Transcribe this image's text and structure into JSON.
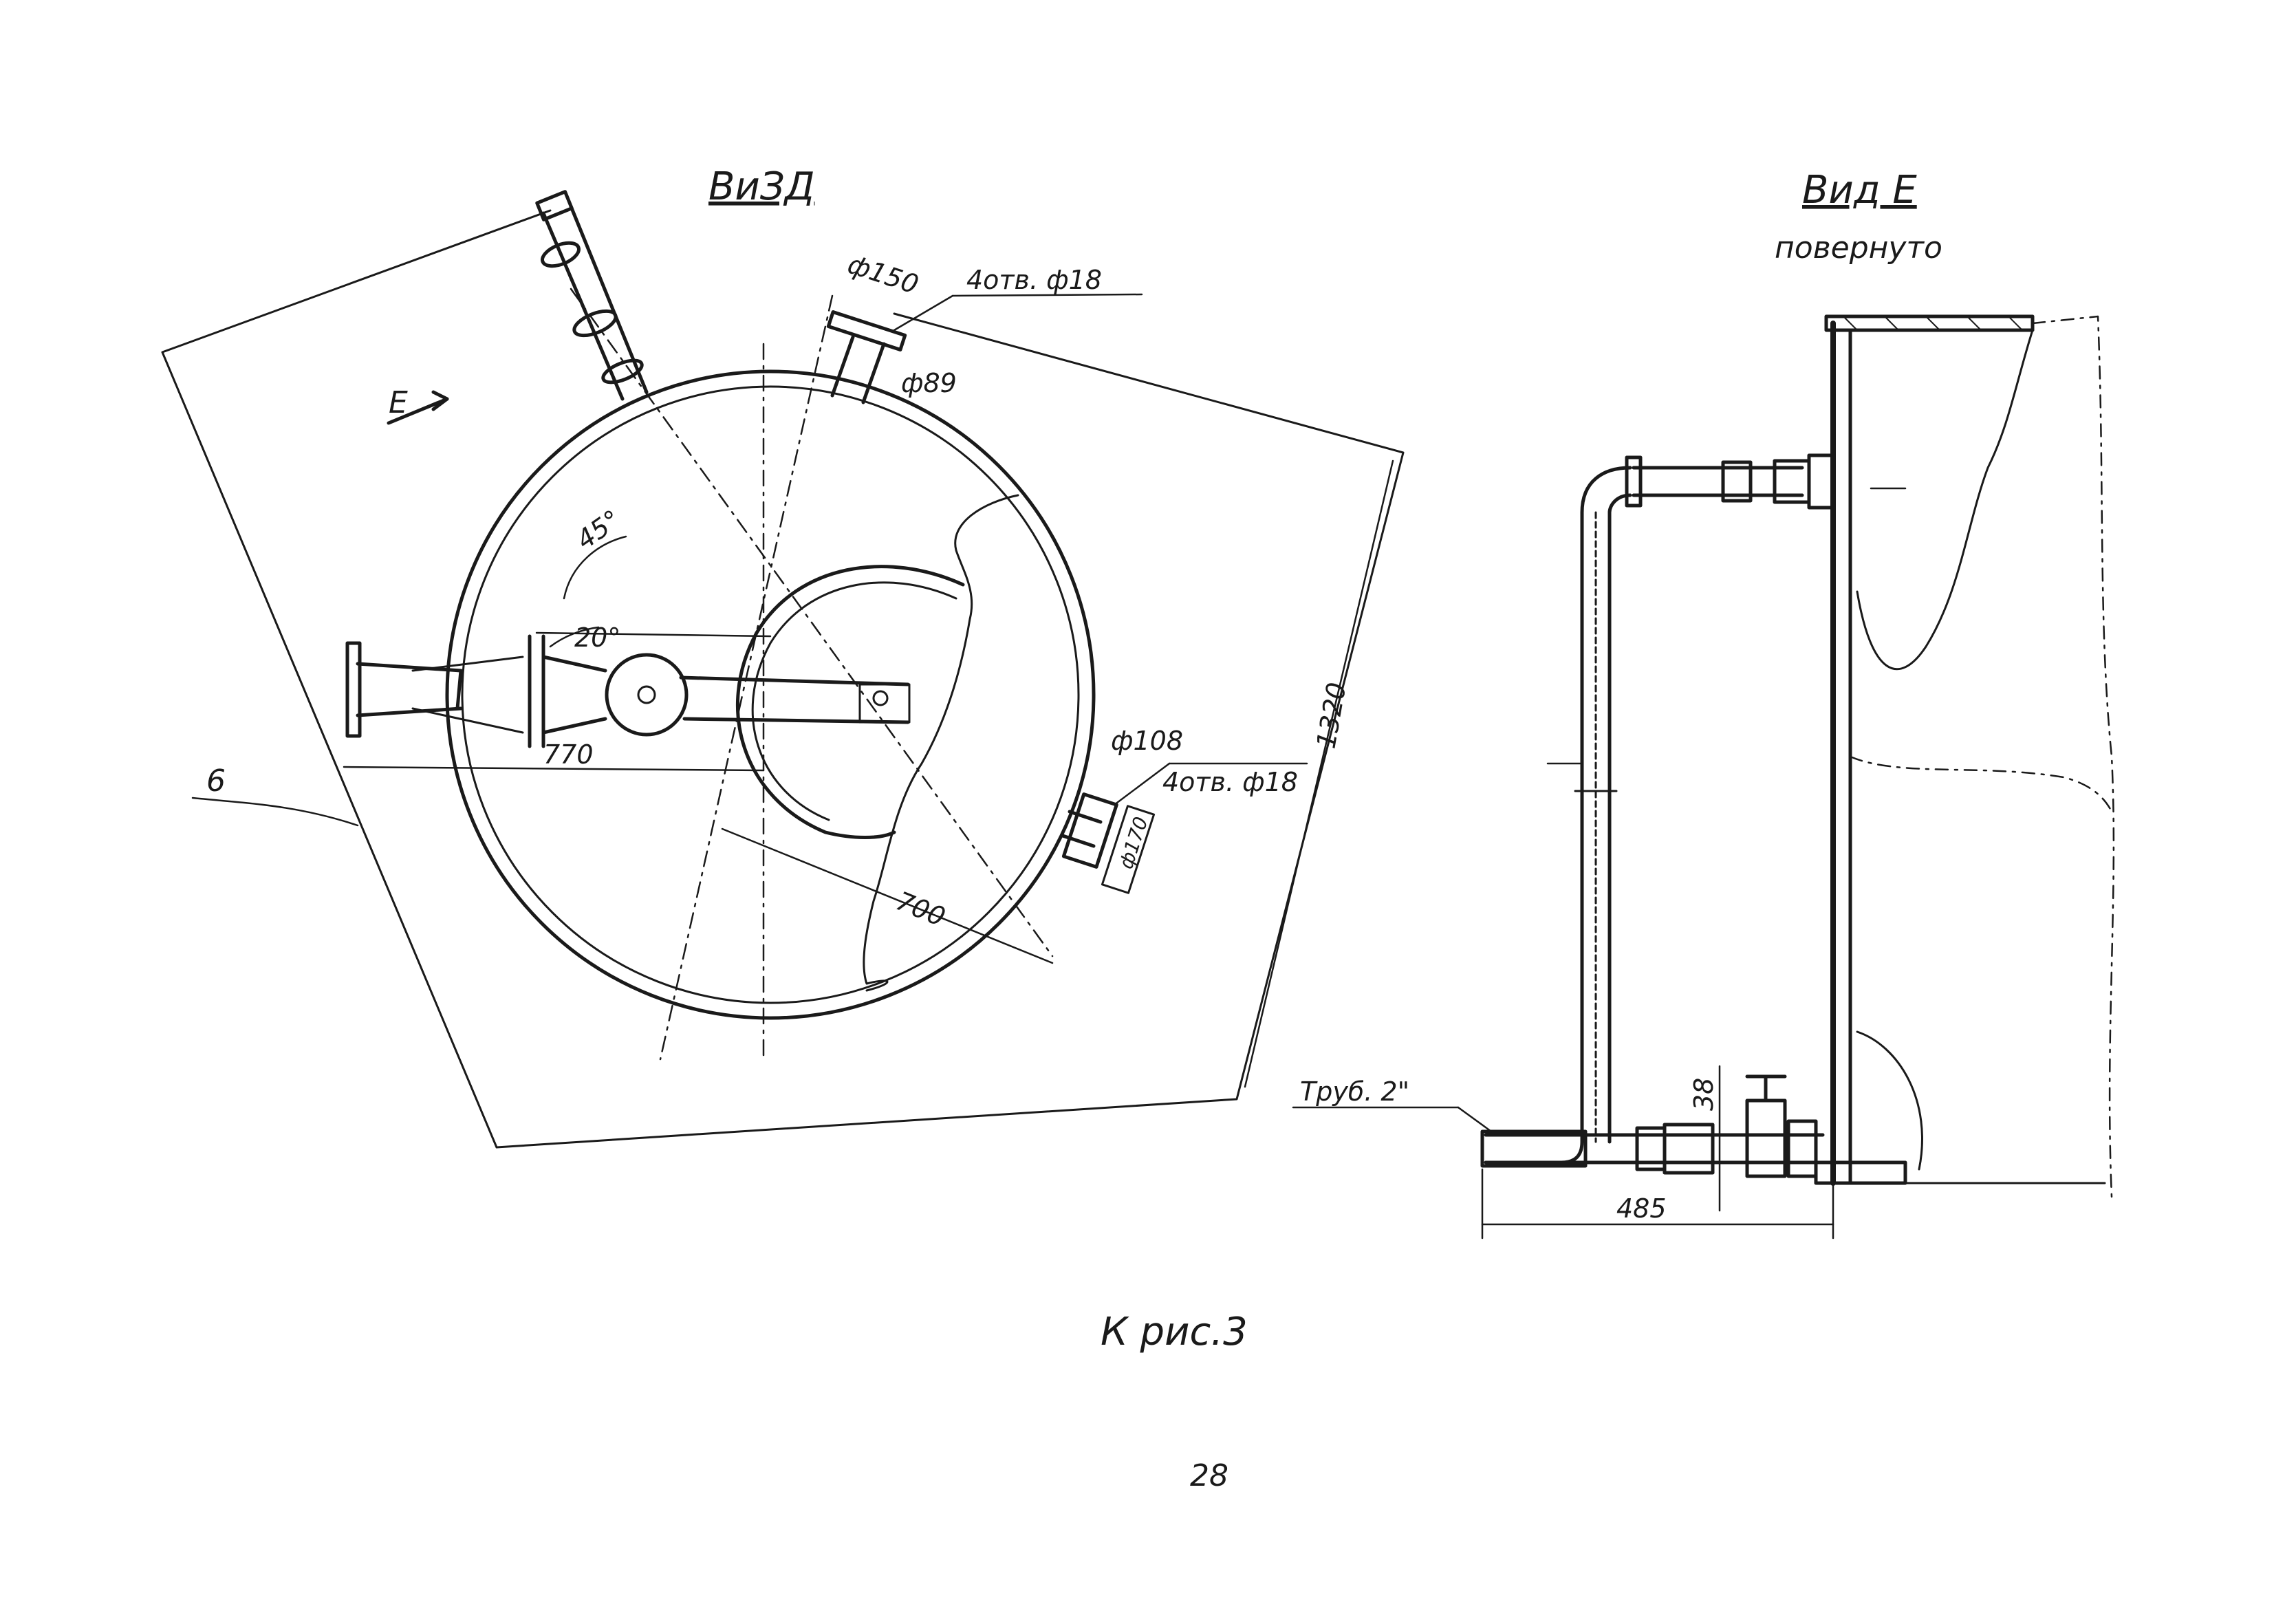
{
  "view_d": {
    "title": "ВиЗД",
    "arrow_label": "E",
    "section_mark": "6",
    "angle_45": "45°",
    "angle_20": "20°",
    "dim_770": "770",
    "dim_700": "700",
    "dim_1320": "1320",
    "phi150": "ф150",
    "phi89": "ф89",
    "holes_top": "4отв. ф18",
    "phi108": "ф108",
    "holes_right": "4отв. ф18",
    "phi170": "ф170"
  },
  "view_e": {
    "title": "Вид Е",
    "subtitle": "повернуто",
    "pipe_label": "Труб. 2\"",
    "dim_38": "38",
    "dim_485": "485"
  },
  "caption": "К рис.3",
  "page_number": "28"
}
